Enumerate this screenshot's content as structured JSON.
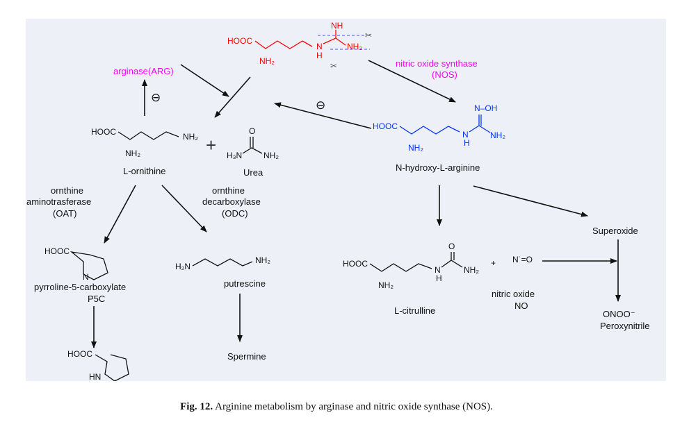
{
  "colors": {
    "panel": "#eef0f8",
    "arginine": "#ff0000",
    "enzyme": "#ff00ff",
    "hydroxy": "#0033ff",
    "ink": "#111111"
  },
  "molecules": {
    "arginine": {
      "hooc": "HOOC",
      "nh2": "NH₂",
      "nh": "NH",
      "n": "N",
      "h": "H",
      "nh2b": "NH₂"
    },
    "ornithine": {
      "hooc": "HOOC",
      "nh2": "NH₂",
      "nh2b": "NH₂",
      "name": "L-ornithine"
    },
    "urea": {
      "o": "O",
      "h2n": "H₃N",
      "nh2": "NH₂",
      "name": "Urea"
    },
    "hydroxyarg": {
      "hooc": "HOOC",
      "nh2": "NH₂",
      "oh": "N–OH",
      "n": "N",
      "h": "H",
      "nh2b": "NH₂",
      "name": "N-hydroxy-L-arginine"
    },
    "p5c": {
      "hooc": "HOOC",
      "n": "N",
      "name": "pyrroline-5-carboxylate",
      "abbr": "P5C"
    },
    "proline": {
      "hooc": "HOOC",
      "hn": "HN"
    },
    "putrescine": {
      "h2n": "H₂N",
      "nh2": "NH₂",
      "name": "putrescine"
    },
    "spermine": {
      "name": "Spermine"
    },
    "citrulline": {
      "hooc": "HOOC",
      "nh2": "NH₂",
      "o": "O",
      "n": "N",
      "h": "H",
      "nh2b": "NH₂",
      "name": "L-citrulline"
    },
    "no": {
      "plus": "+",
      "formula": "N˙=O",
      "name": "nitric oxide",
      "abbr": "NO"
    },
    "superoxide": {
      "name": "Superoxide"
    },
    "peroxynitrite": {
      "formula": "ONOO⁻",
      "name": "Peroxynitrile"
    }
  },
  "enzymes": {
    "arg": "arginase(ARG)",
    "nos_line1": "nitric oxide synthase",
    "nos_line2": "(NOS)",
    "oat_line1": "ornthine",
    "oat_line2": "aminotrasferase",
    "oat_line3": "(OAT)",
    "odc_line1": "ornthine",
    "odc_line2": "decarboxylase",
    "odc_line3": "(ODC)"
  },
  "symbols": {
    "inhibit": "⊖",
    "plus": "+"
  },
  "caption": {
    "label": "Fig. 12.",
    "text": "Arginine metabolism by arginase and nitric oxide synthase (NOS)."
  }
}
